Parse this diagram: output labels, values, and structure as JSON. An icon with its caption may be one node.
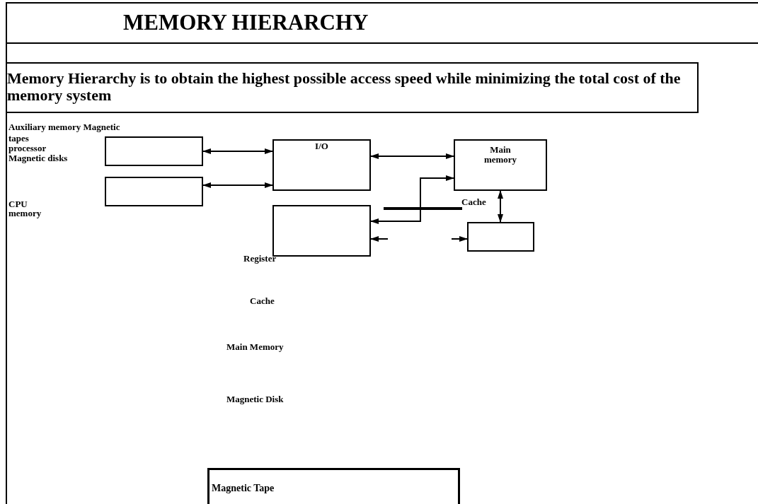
{
  "diagram": {
    "title": "MEMORY HIERARCHY",
    "nodes": [
      {
        "text": [
          "Memory Hierarchy is to obtain the highest possible access speed while minimizing the total cost of the memory system"
        ]
      },
      {
        "text": [],
        "shape": "box"
      },
      {
        "text": [],
        "shape": "box"
      },
      {
        "text": [
          "I/O"
        ]
      },
      {
        "text": [],
        "shape": "box"
      },
      {
        "text": [
          "Main memory"
        ]
      },
      {
        "text": [],
        "shape": "box"
      },
      {
        "text": [
          "Magnetic Tape"
        ]
      }
    ],
    "edges": [
      {
        "from": 1,
        "to": 3,
        "arrow": "both"
      },
      {
        "from": 2,
        "to": 3,
        "arrow": "both"
      },
      {
        "from": 3,
        "to": 5,
        "arrow": "both"
      },
      {
        "from": 4,
        "to": 5,
        "arrow": "both"
      },
      {
        "from": 5,
        "to": 6,
        "arrow": "both"
      },
      {
        "from": null,
        "to": 4,
        "arrow": "to"
      },
      {
        "from": null,
        "to": 6,
        "arrow": "to"
      }
    ],
    "labels": [
      "Auxiliary memory Magnetic",
      "tapes",
      "processor",
      "Magnetic disks",
      "Cache",
      "CPU",
      "memory",
      "Register",
      "Cache",
      "Main Memory",
      "Magnetic Disk"
    ]
  }
}
